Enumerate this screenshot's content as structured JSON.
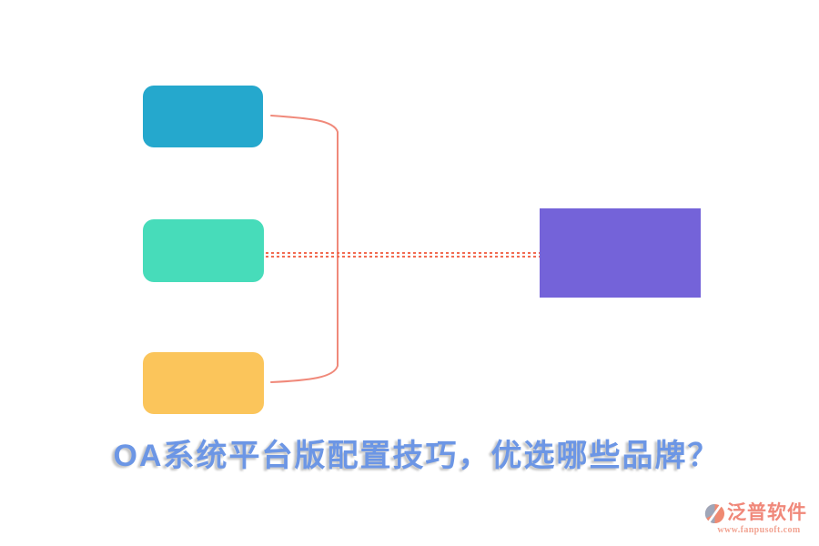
{
  "title": {
    "text": "OA系统平台版配置技巧，优选哪些品牌？",
    "color": "#6C96E5"
  },
  "diagram": {
    "nodes": [
      {
        "id": "top",
        "color": "#25A8CD"
      },
      {
        "id": "middle",
        "color": "#47DCBA"
      },
      {
        "id": "bottom",
        "color": "#FBC55B"
      },
      {
        "id": "result",
        "color": "#7463D9"
      }
    ],
    "connector_color": "#F0897A",
    "dashed_link_color": "#F26C52"
  },
  "watermark": {
    "brand": "泛普软件",
    "url": "www.fanpusoft.com",
    "brand_color": "#F0887A",
    "url_color": "#F2A493",
    "logo_salmon": "#EF8A72",
    "logo_gray": "#9FA6B8"
  }
}
